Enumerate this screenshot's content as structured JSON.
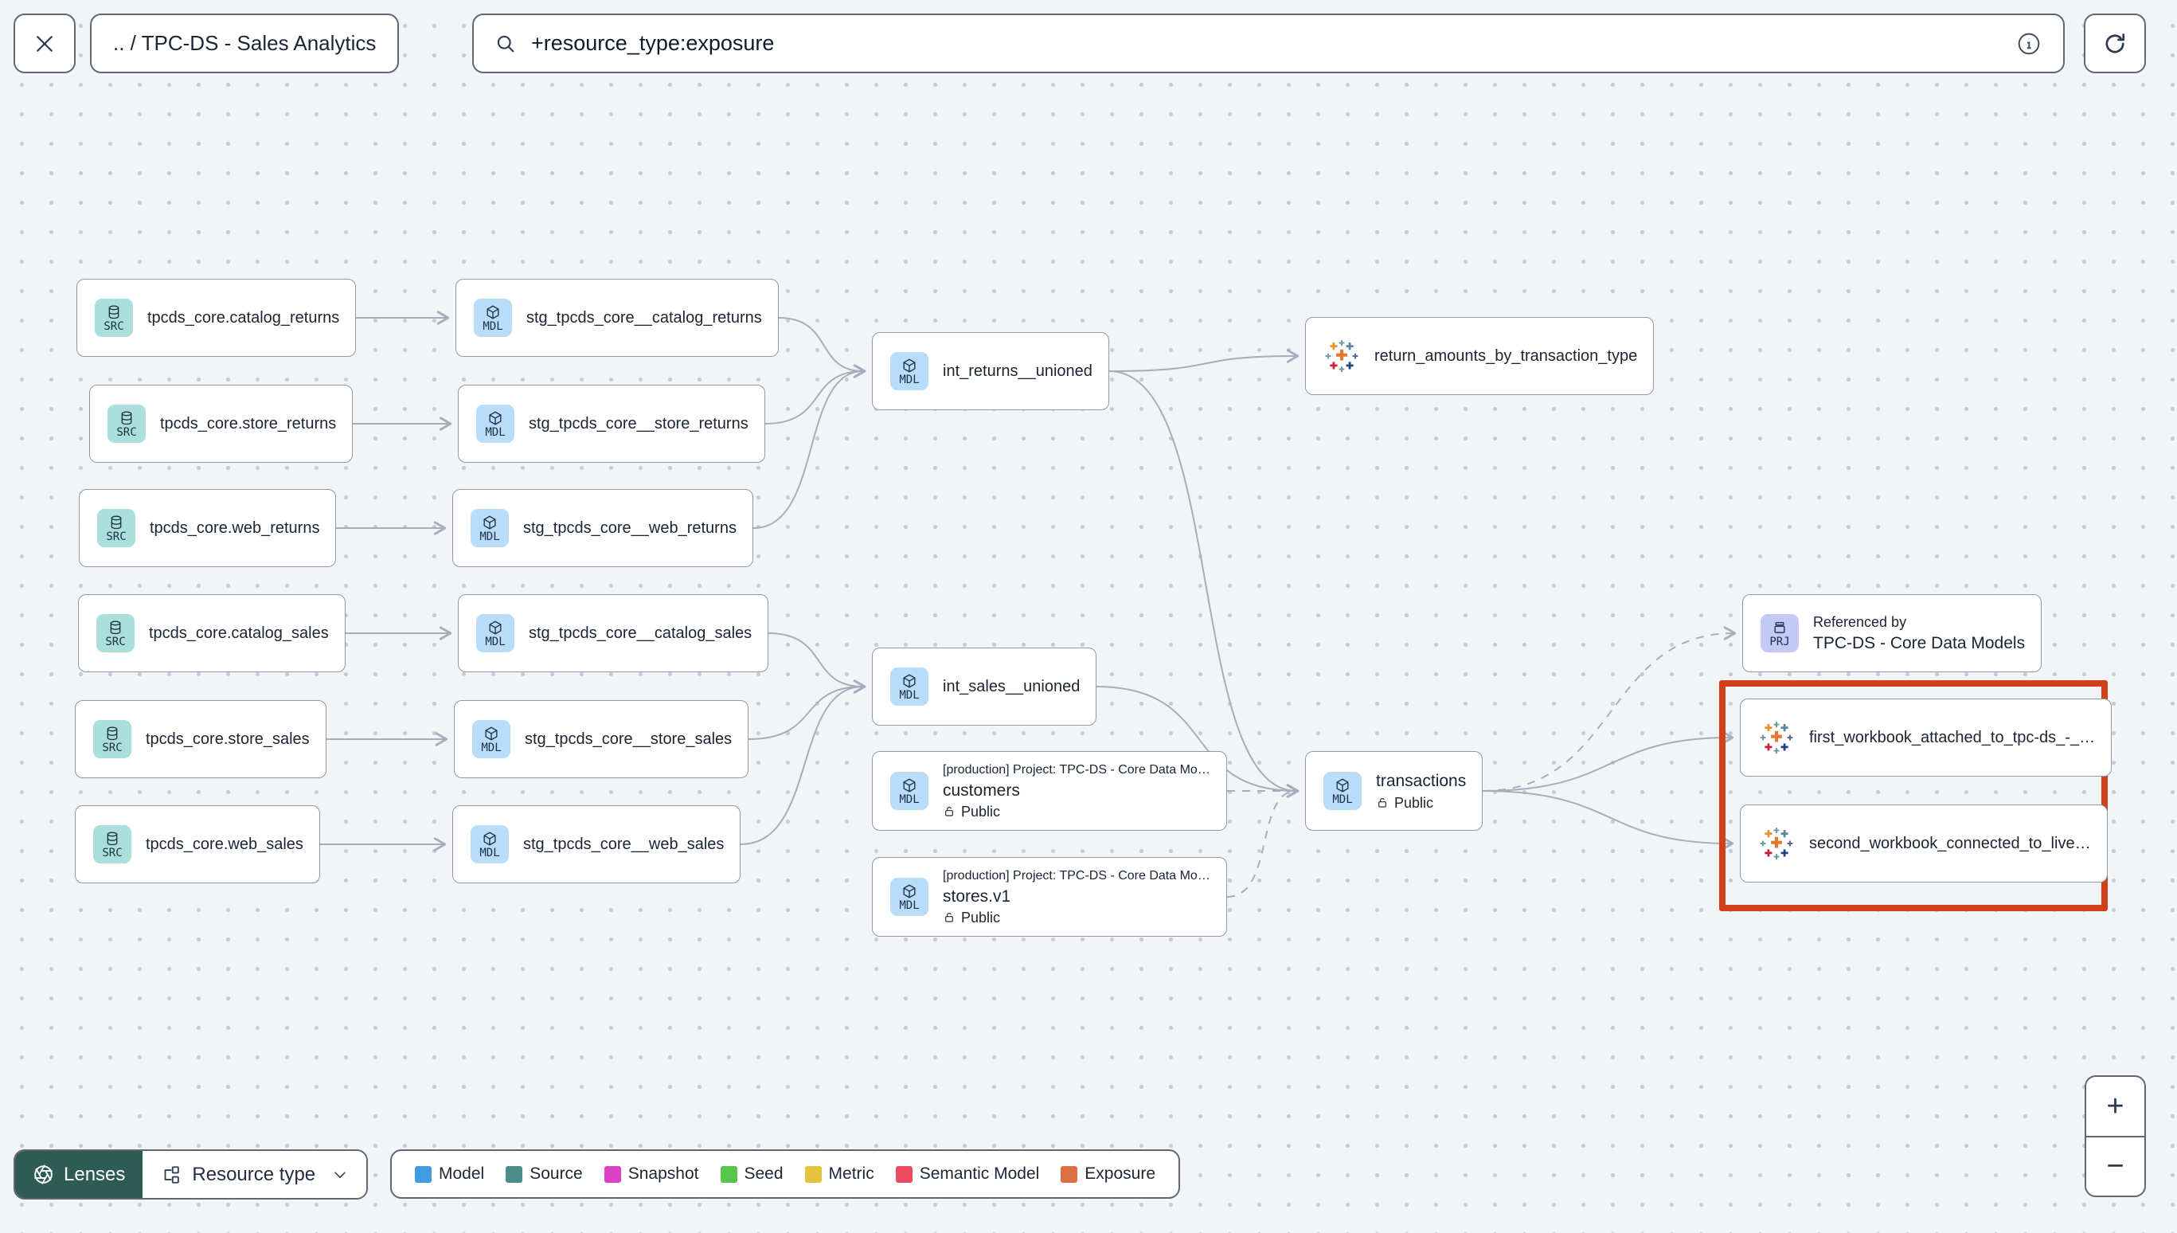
{
  "header": {
    "breadcrumb": ".. / TPC-DS - Sales Analytics",
    "search_value": "+resource_type:exposure"
  },
  "graph": {
    "nodes": [
      {
        "id": "src-catalog-returns",
        "kind": "source",
        "badge": "SRC",
        "title": "tpcds_core.catalog_returns"
      },
      {
        "id": "src-store-returns",
        "kind": "source",
        "badge": "SRC",
        "title": "tpcds_core.store_returns"
      },
      {
        "id": "src-web-returns",
        "kind": "source",
        "badge": "SRC",
        "title": "tpcds_core.web_returns"
      },
      {
        "id": "src-catalog-sales",
        "kind": "source",
        "badge": "SRC",
        "title": "tpcds_core.catalog_sales"
      },
      {
        "id": "src-store-sales",
        "kind": "source",
        "badge": "SRC",
        "title": "tpcds_core.store_sales"
      },
      {
        "id": "src-web-sales",
        "kind": "source",
        "badge": "SRC",
        "title": "tpcds_core.web_sales"
      },
      {
        "id": "stg-catalog-returns",
        "kind": "model",
        "badge": "MDL",
        "title": "stg_tpcds_core__catalog_returns"
      },
      {
        "id": "stg-store-returns",
        "kind": "model",
        "badge": "MDL",
        "title": "stg_tpcds_core__store_returns"
      },
      {
        "id": "stg-web-returns",
        "kind": "model",
        "badge": "MDL",
        "title": "stg_tpcds_core__web_returns"
      },
      {
        "id": "stg-catalog-sales",
        "kind": "model",
        "badge": "MDL",
        "title": "stg_tpcds_core__catalog_sales"
      },
      {
        "id": "stg-store-sales",
        "kind": "model",
        "badge": "MDL",
        "title": "stg_tpcds_core__store_sales"
      },
      {
        "id": "stg-web-sales",
        "kind": "model",
        "badge": "MDL",
        "title": "stg_tpcds_core__web_sales"
      },
      {
        "id": "int-returns-unioned",
        "kind": "model",
        "badge": "MDL",
        "title": "int_returns__unioned"
      },
      {
        "id": "int-sales-unioned",
        "kind": "model",
        "badge": "MDL",
        "title": "int_sales__unioned"
      },
      {
        "id": "customers",
        "kind": "model-detail",
        "badge": "MDL",
        "project": "[production] Project: TPC-DS - Core Data Mo…",
        "title": "customers",
        "access": "Public"
      },
      {
        "id": "stores-v1",
        "kind": "model-detail",
        "badge": "MDL",
        "project": "[production] Project: TPC-DS - Core Data Mo…",
        "title": "stores.v1",
        "access": "Public"
      },
      {
        "id": "return-amounts-by-transaction-type",
        "kind": "exposure",
        "title": "return_amounts_by_transaction_type"
      },
      {
        "id": "transactions",
        "kind": "model-detail",
        "badge": "MDL",
        "title": "transactions",
        "access": "Public"
      },
      {
        "id": "referenced-by-project",
        "kind": "project",
        "badge": "PRJ",
        "subtitle": "Referenced by",
        "title": "TPC-DS - Core Data Models"
      },
      {
        "id": "first-workbook",
        "kind": "exposure",
        "title": "first_workbook_attached_to_tpc-ds_-_…"
      },
      {
        "id": "second-workbook",
        "kind": "exposure",
        "title": "second_workbook_connected_to_live…"
      }
    ],
    "edges": [
      {
        "from": "src-catalog-returns",
        "to": "stg-catalog-returns",
        "dashed": false
      },
      {
        "from": "src-store-returns",
        "to": "stg-store-returns",
        "dashed": false
      },
      {
        "from": "src-web-returns",
        "to": "stg-web-returns",
        "dashed": false
      },
      {
        "from": "src-catalog-sales",
        "to": "stg-catalog-sales",
        "dashed": false
      },
      {
        "from": "src-store-sales",
        "to": "stg-store-sales",
        "dashed": false
      },
      {
        "from": "src-web-sales",
        "to": "stg-web-sales",
        "dashed": false
      },
      {
        "from": "stg-catalog-returns",
        "to": "int-returns-unioned",
        "dashed": false
      },
      {
        "from": "stg-store-returns",
        "to": "int-returns-unioned",
        "dashed": false
      },
      {
        "from": "stg-web-returns",
        "to": "int-returns-unioned",
        "dashed": false
      },
      {
        "from": "stg-catalog-sales",
        "to": "int-sales-unioned",
        "dashed": false
      },
      {
        "from": "stg-store-sales",
        "to": "int-sales-unioned",
        "dashed": false
      },
      {
        "from": "stg-web-sales",
        "to": "int-sales-unioned",
        "dashed": false
      },
      {
        "from": "int-returns-unioned",
        "to": "return-amounts-by-transaction-type",
        "dashed": false
      },
      {
        "from": "int-returns-unioned",
        "to": "transactions",
        "dashed": false
      },
      {
        "from": "int-sales-unioned",
        "to": "transactions",
        "dashed": false
      },
      {
        "from": "customers",
        "to": "transactions",
        "dashed": true
      },
      {
        "from": "stores-v1",
        "to": "transactions",
        "dashed": true
      },
      {
        "from": "transactions",
        "to": "referenced-by-project",
        "dashed": true
      },
      {
        "from": "transactions",
        "to": "first-workbook",
        "dashed": false
      },
      {
        "from": "transactions",
        "to": "second-workbook",
        "dashed": false
      }
    ],
    "edge_color": "#a6adbc",
    "highlight_color": "#d23f1b"
  },
  "footer": {
    "lenses_label": "Lenses",
    "resource_type_label": "Resource type",
    "legend": [
      {
        "label": "Model",
        "color": "#419be3"
      },
      {
        "label": "Source",
        "color": "#4d8c8a"
      },
      {
        "label": "Snapshot",
        "color": "#de41c5"
      },
      {
        "label": "Seed",
        "color": "#56c54a"
      },
      {
        "label": "Metric",
        "color": "#e6c23d"
      },
      {
        "label": "Semantic Model",
        "color": "#e94a5f"
      },
      {
        "label": "Exposure",
        "color": "#dd6f40"
      }
    ]
  },
  "zoom_controls": {
    "zoom_in": "+",
    "zoom_out": "−"
  }
}
